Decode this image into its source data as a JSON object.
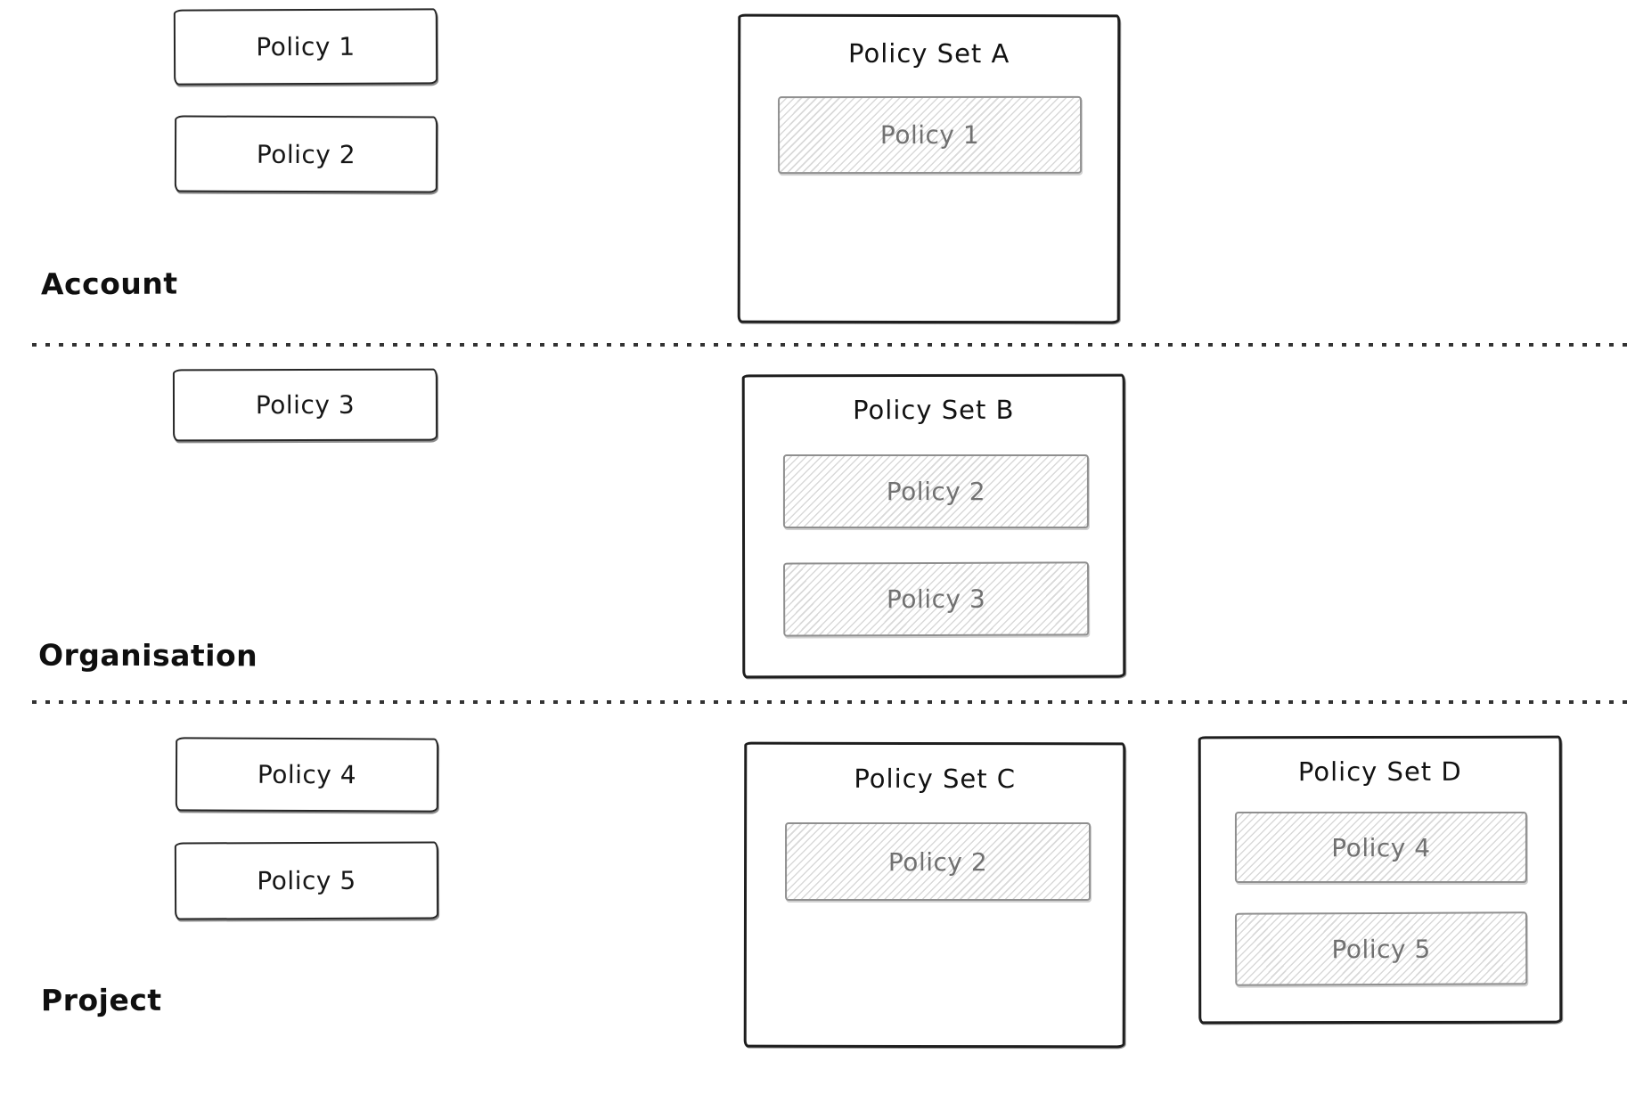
{
  "sections": [
    {
      "label": "Account",
      "policies": [
        "Policy 1",
        "Policy 2"
      ],
      "policy_sets": [
        {
          "title": "Policy Set A",
          "members": [
            "Policy 1"
          ]
        }
      ]
    },
    {
      "label": "Organisation",
      "policies": [
        "Policy 3"
      ],
      "policy_sets": [
        {
          "title": "Policy Set B",
          "members": [
            "Policy 2",
            "Policy 3"
          ]
        }
      ]
    },
    {
      "label": "Project",
      "policies": [
        "Policy 4",
        "Policy 5"
      ],
      "policy_sets": [
        {
          "title": "Policy Set C",
          "members": [
            "Policy 2"
          ]
        },
        {
          "title": "Policy Set D",
          "members": [
            "Policy 4",
            "Policy 5"
          ]
        }
      ]
    }
  ],
  "colors": {
    "background": "#ffffff",
    "stroke_dark": "#1e1e1e",
    "hatch_border": "#8f8f8f",
    "hatch_line": "#d9d9d9",
    "hatch_text": "#717171",
    "divider_dot": "#333333"
  }
}
